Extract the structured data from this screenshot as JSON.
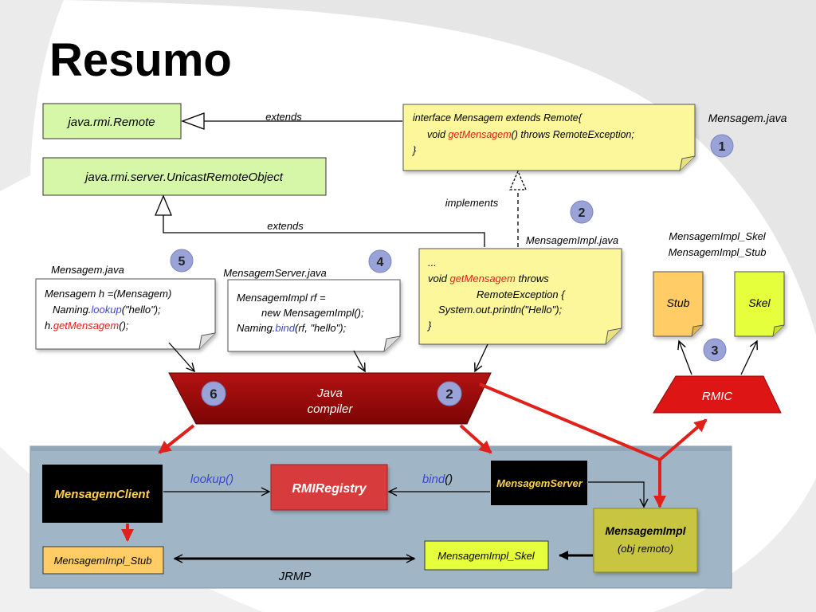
{
  "slide_title": "Resumo",
  "classes": {
    "remote": "java.rmi.Remote",
    "unicast": "java.rmi.server.UnicastRemoteObject"
  },
  "labels": {
    "extends_top": "extends",
    "extends_mid": "extends",
    "implements": "implements",
    "mensagem_java_top": "Mensagem.java",
    "mensagem_java_client": "Mensagem.java",
    "mensagem_server_java": "MensagemServer.java",
    "mensagem_impl_java": "MensagemImpl.java",
    "skel_file": "MensagemImpl_Skel",
    "stub_file": "MensagemImpl_Stub",
    "lookup": "lookup()",
    "bind_fn": "bind",
    "bind_paren": "()",
    "jrmp": "JRMP"
  },
  "interface_note": {
    "line1": "interface Mensagem  extends Remote{",
    "line2_a": "void ",
    "line2_b": "getMensagem",
    "line2_c": "() throws RemoteException;",
    "line3": "}"
  },
  "client_note": {
    "line1": "Mensagem h =(Mensagem)",
    "line2_a": "Naming.",
    "line2_b": "lookup",
    "line2_c": "(\"hello\");",
    "line3_a": "h.",
    "line3_b": "getMensagem",
    "line3_c": "();"
  },
  "server_note": {
    "line1": "MensagemImpl rf =",
    "line2": "new MensagemImpl();",
    "line3_a": "Naming.",
    "line3_b": "bind",
    "line3_c": "(rf, \"hello\");"
  },
  "impl_note": {
    "line1": "...",
    "line2_a": "void ",
    "line2_b": "getMensagem",
    "line2_c": " throws",
    "line3": "RemoteException {",
    "line4": "System.out.println(\"Hello\");",
    "line5": "}"
  },
  "steps": {
    "s1": "1",
    "s2": "2",
    "s3": "3",
    "s4": "4",
    "s5": "5",
    "compiler_left": "6",
    "compiler_right": "2"
  },
  "stub_doc": "Stub",
  "skel_doc": "Skel",
  "compiler": {
    "line1": "Java",
    "line2": "compiler"
  },
  "rmic": "RMIC",
  "runtime": {
    "client": "MensagemClient",
    "registry": "RMIRegistry",
    "server": "MensagemServer",
    "impl_title": "MensagemImpl",
    "impl_sub": "(obj remoto)",
    "stub": "MensagemImpl_Stub",
    "skel": "MensagemImpl_Skel"
  },
  "colors": {
    "class_green": "#d6f7a8",
    "note_yellow": "#fbf79a",
    "stub_orange": "#ffcc66",
    "skel_lime": "#e5ff3d",
    "compiler_red": "#9e0a0a",
    "rmic_red": "#dd1515",
    "registry_red": "#d83a3a",
    "runtime_panel": "#a0b6c6",
    "impl_olive": "#c8c640",
    "step_circle": "#9aa3d8",
    "highlight_red": "#e0201a",
    "highlight_blue": "#3c48c8"
  }
}
